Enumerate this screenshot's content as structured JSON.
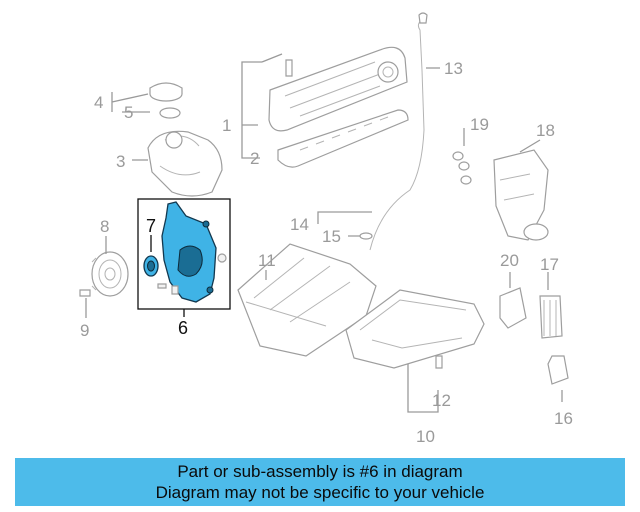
{
  "diagram": {
    "callouts": [
      "1",
      "2",
      "3",
      "4",
      "5",
      "6",
      "7",
      "8",
      "9",
      "10",
      "11",
      "12",
      "13",
      "14",
      "15",
      "16",
      "17",
      "18",
      "19",
      "20"
    ],
    "highlighted_part": "6",
    "highlight_color": "#3fb3e6"
  },
  "banner": {
    "line1": "Part or sub-assembly is #6 in diagram",
    "line2": "Diagram may not be specific to your vehicle",
    "background": "#4dbbea"
  }
}
